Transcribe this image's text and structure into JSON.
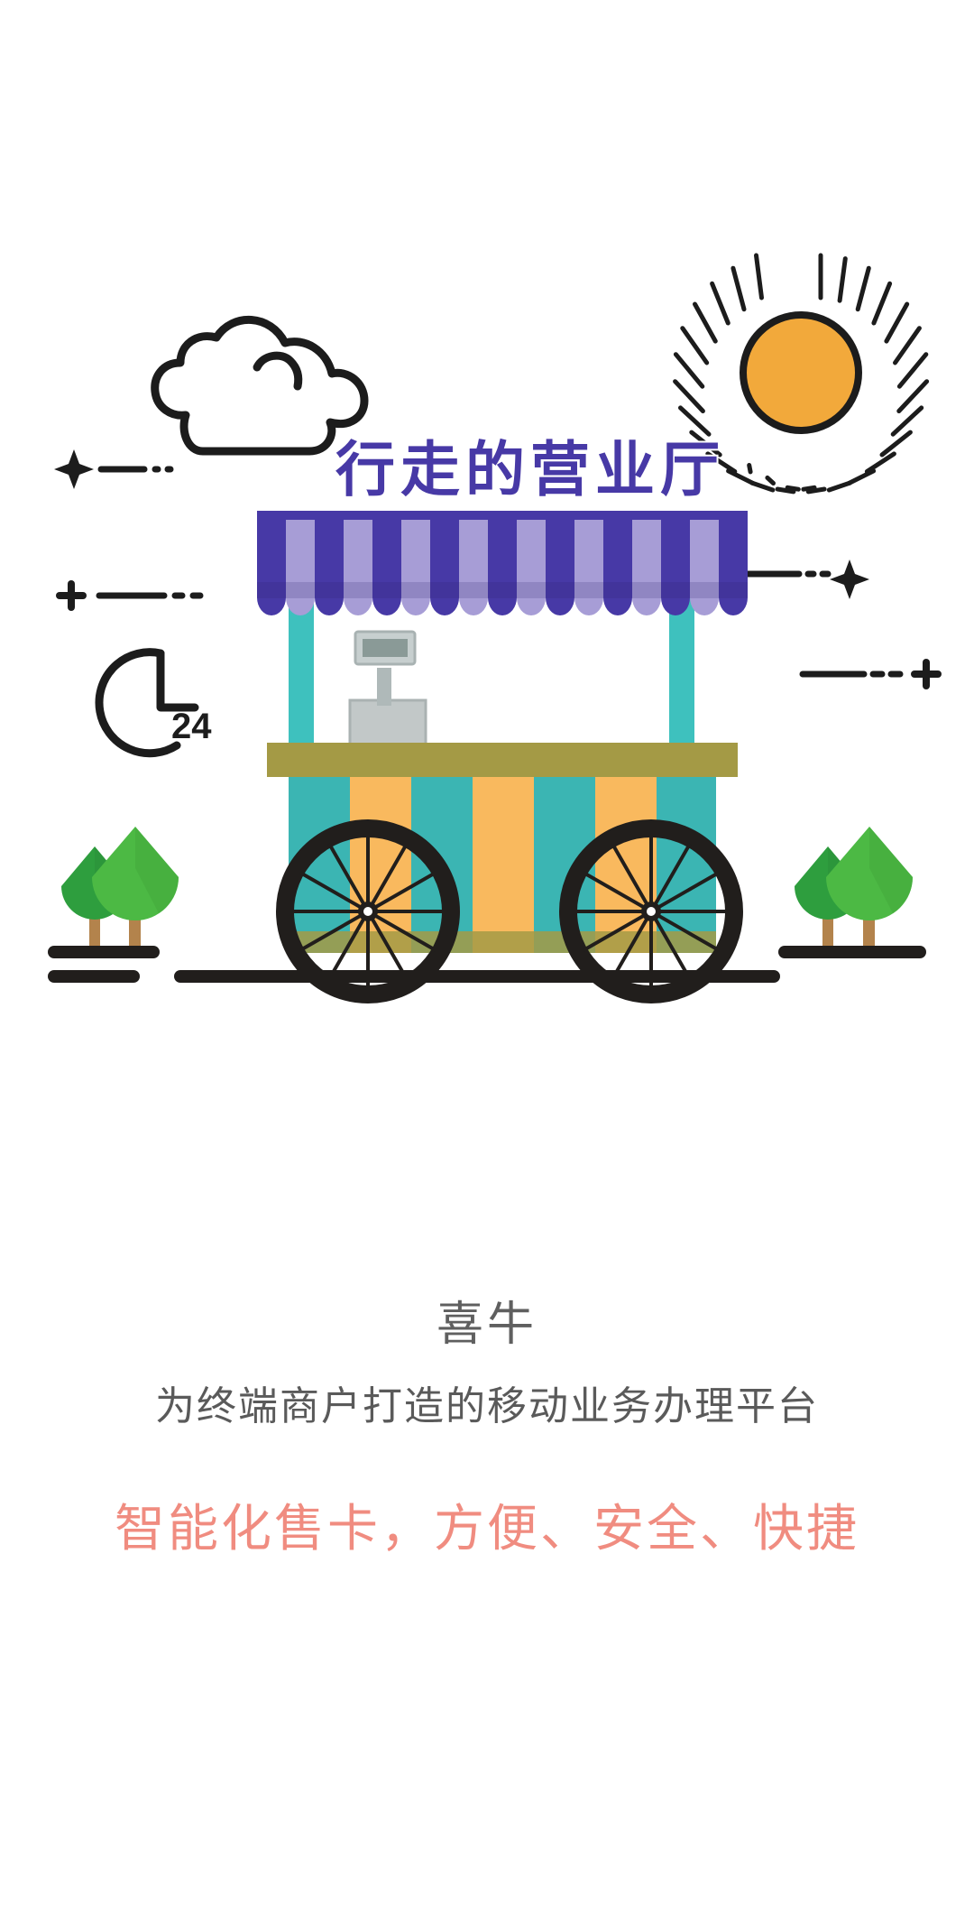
{
  "illustration": {
    "cart_title": "行走的营业厅",
    "clock_badge": "24",
    "icons": {
      "sun": "sun-icon",
      "cloud": "cloud-icon",
      "clock": "clock-24h-icon",
      "sparkle_left": "sparkle-icon",
      "plus_left": "plus-icon",
      "sparkle_right": "sparkle-icon",
      "plus_right": "plus-icon",
      "cash_register": "cash-register-icon",
      "tree_small_left": "tree-icon",
      "tree_large_left": "tree-icon",
      "tree_small_right": "tree-icon",
      "tree_large_right": "tree-icon",
      "wheel_front": "wheel-icon",
      "wheel_rear": "wheel-icon"
    },
    "colors": {
      "awning_dark": "#4739A6",
      "awning_light": "#A79DD6",
      "post_teal": "#3EC1BE",
      "body_teal": "#3BB5B3",
      "body_orange": "#F9B95E",
      "counter_olive": "#A49A45",
      "sun_fill": "#F2A93B",
      "tree_light": "#4CB944",
      "tree_dark": "#2E9E3E",
      "trunk_brown": "#B3834C",
      "outline_black": "#1C1C1C",
      "title_purple": "#4739A6"
    }
  },
  "copy": {
    "brand": "喜牛",
    "tagline": "为终端商户打造的移动业务办理平台",
    "slogan": "智能化售卡，方便、安全、快捷",
    "slogan_color": "#F08C80",
    "brand_color": "#5f5f5f",
    "tagline_color": "#5a5a5a"
  }
}
